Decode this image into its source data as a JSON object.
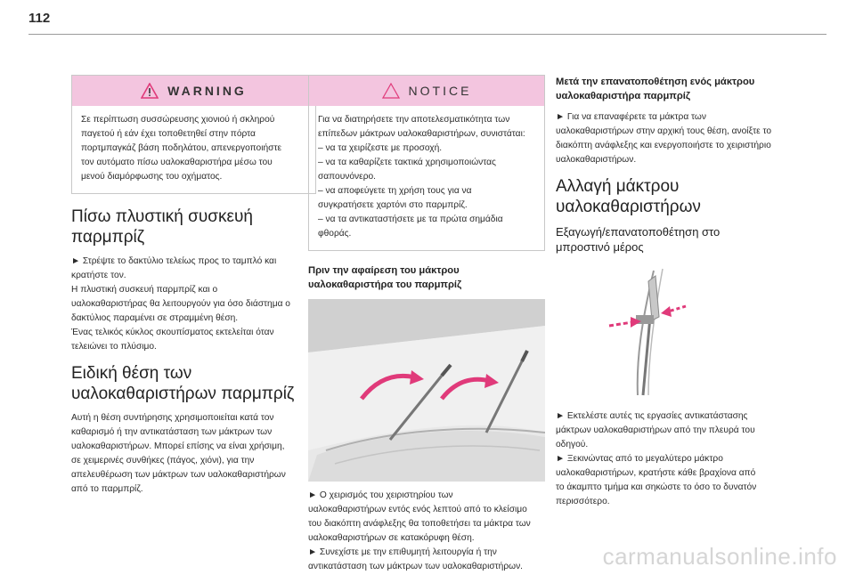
{
  "page_number": "112",
  "col1": {
    "warning": {
      "title": "WARNING",
      "lines": [
        "Σε περίπτωση συσσώρευσης χιονιού ή σκληρού",
        "παγετού ή εάν έχει τοποθετηθεί στην πόρτα",
        "πορτμπαγκάζ βάση ποδηλάτου, απενεργοποιήστε",
        "τον αυτόματο πίσω υαλοκαθαριστήρα μέσω του",
        "μενού διαμόρφωσης του οχήματος."
      ]
    },
    "section1": {
      "heading_lines": [
        "Πίσω πλυστική συσκευή",
        "παρμπρίζ"
      ],
      "lines": [
        "► Στρέψτε το δακτύλιο τελείως προς το ταμπλό και",
        "κρατήστε τον.",
        "Η πλυστική συσκευή παρμπρίζ και ο",
        "υαλοκαθαριστήρας θα λειτουργούν για όσο διάστημα ο",
        "δακτύλιος παραμένει σε στραμμένη θέση.",
        "Ένας τελικός κύκλος σκουπίσματος εκτελείται όταν",
        "τελειώνει το πλύσιμο."
      ]
    },
    "section2": {
      "heading_lines": [
        "Ειδική θέση των",
        "υαλοκαθαριστήρων παρμπρίζ"
      ],
      "lines": [
        "Αυτή η θέση συντήρησης χρησιμοποιείται κατά τον",
        "καθαρισμό ή την αντικατάσταση των μάκτρων των",
        "υαλοκαθαριστήρων. Μπορεί επίσης να είναι χρήσιμη,",
        "σε χειμερινές συνθήκες (πάγος, χιόνι), για την",
        "απελευθέρωση των μάκτρων των υαλοκαθαριστήρων",
        "από το παρμπρίζ."
      ]
    }
  },
  "col2": {
    "notice": {
      "title": "NOTICE",
      "lines": [
        "Για να διατηρήσετε την αποτελεσματικότητα των",
        "επίπεδων μάκτρων υαλοκαθαριστήρων, συνιστάται:",
        "–  να τα χειρίζεστε με προσοχή.",
        "–  να τα καθαρίζετε τακτικά χρησιμοποιώντας",
        "σαπουνόνερο.",
        "–  να αποφεύγετε τη χρήση τους για να",
        "συγκρατήσετε χαρτόνι στο παρμπρίζ.",
        "–  να τα αντικαταστήσετε με τα πρώτα σημάδια",
        "φθοράς."
      ]
    },
    "subheading_lines": [
      "Πριν την αφαίρεση του μάκτρου",
      "υαλοκαθαριστήρα του παρμπρίζ"
    ],
    "lines": [
      "► Ο χειρισμός του χειριστηρίου των",
      "υαλοκαθαριστήρων εντός ενός λεπτού από το κλείσιμο",
      "του διακόπτη ανάφλεξης θα τοποθετήσει τα μάκτρα των",
      "υαλοκαθαριστήρων σε κατακόρυφη θέση.",
      "► Συνεχίστε με την επιθυμητή λειτουργία ή την",
      "αντικατάσταση των μάκτρων των υαλοκαθαριστήρων."
    ]
  },
  "col3": {
    "subheading_lines": [
      "Μετά την επανατοποθέτηση ενός μάκτρου",
      "υαλοκαθαριστήρα παρμπρίζ"
    ],
    "intro_lines": [
      "► Για να επαναφέρετε τα μάκτρα των",
      "υαλοκαθαριστήρων στην αρχική τους θέση, ανοίξτε το",
      "διακόπτη ανάφλεξης και ενεργοποιήστε το χειριστήριο",
      "υαλοκαθαριστήρων."
    ],
    "heading_lines": [
      "Αλλαγή μάκτρου",
      "υαλοκαθαριστήρων"
    ],
    "subheading2_lines": [
      "Εξαγωγή/επανατοποθέτηση στο",
      "μπροστινό μέρος"
    ],
    "lines": [
      "► Εκτελέστε αυτές τις εργασίες αντικατάστασης",
      "μάκτρων υαλοκαθαριστήρων από την πλευρά του",
      "οδηγού.",
      "► Ξεκινώντας από το μεγαλύτερο μάκτρο",
      "υαλοκαθαριστήρων, κρατήστε κάθε βραχίονα από",
      "το άκαμπτο τμήμα και σηκώστε το όσο το δυνατόν",
      "περισσότερο."
    ]
  },
  "watermark": "carmanualsonline.info",
  "colors": {
    "box_header": "#f3c5df",
    "arrow": "#e03a7a",
    "warning_icon": "#e03a7a"
  }
}
